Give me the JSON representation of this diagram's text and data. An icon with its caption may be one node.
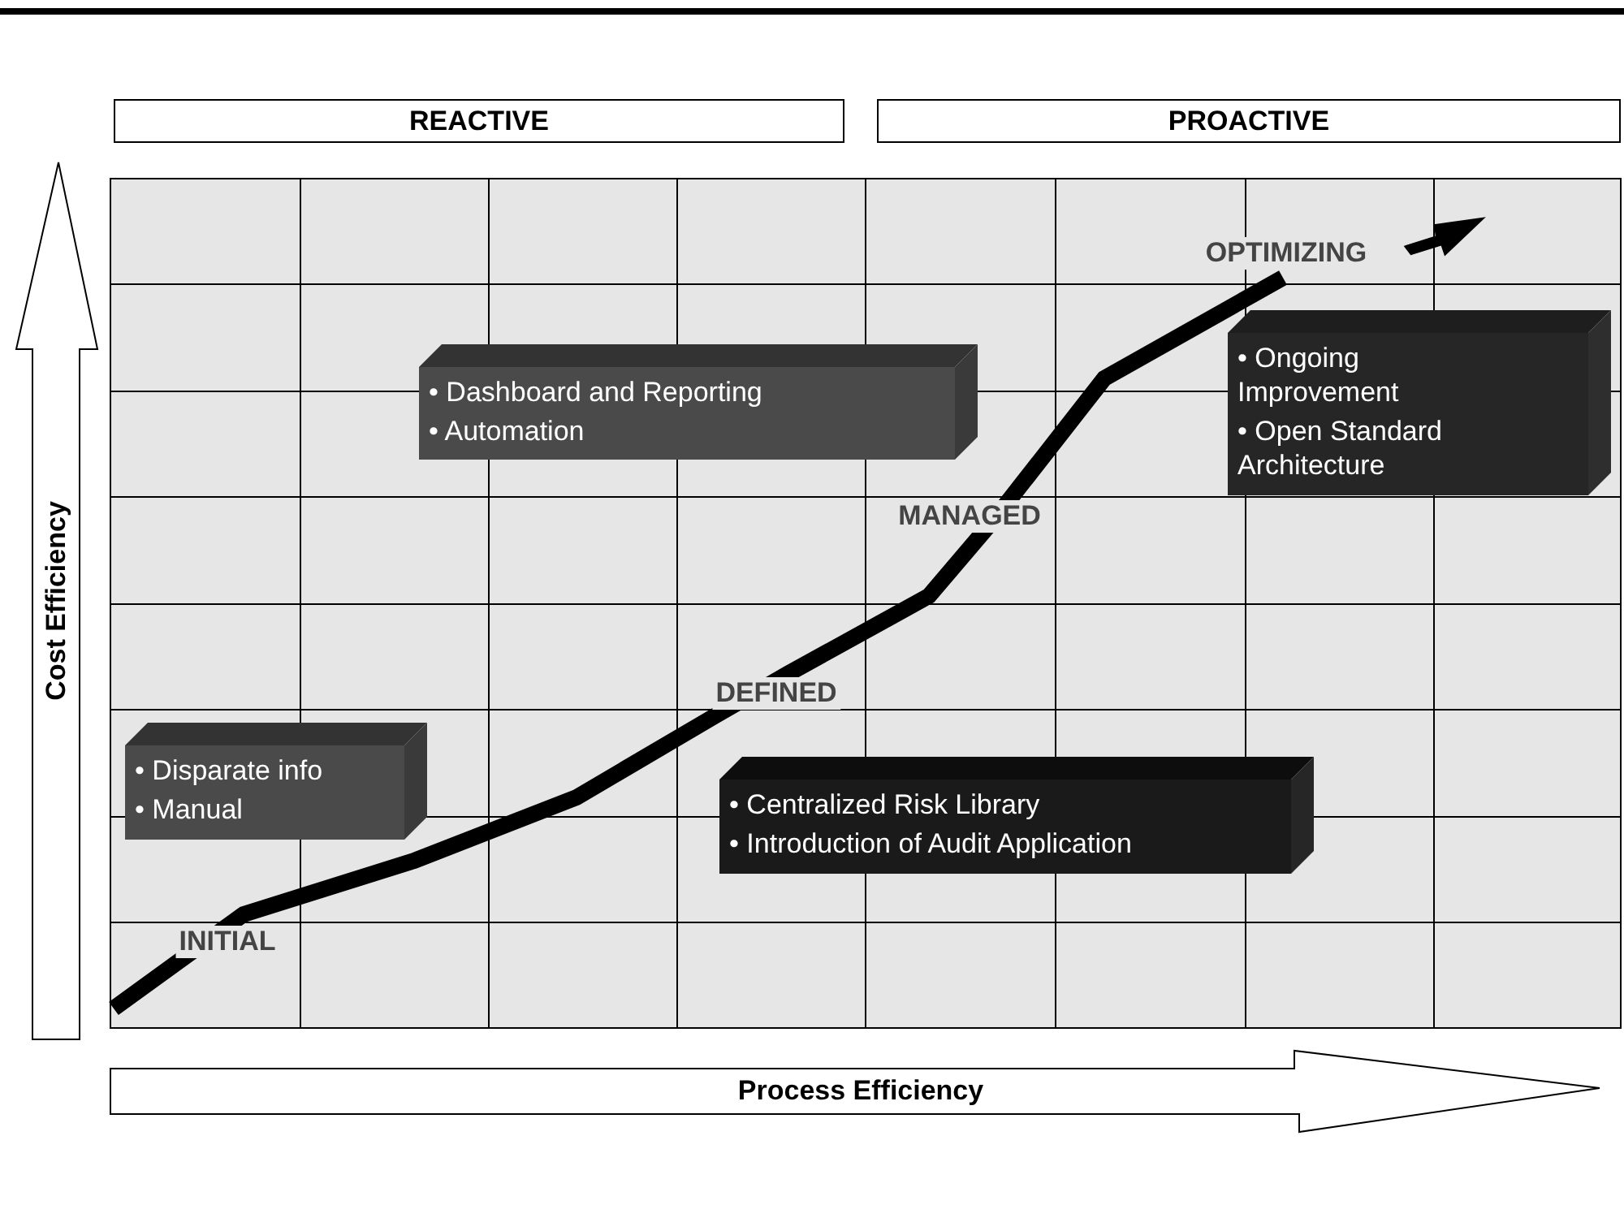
{
  "diagram": {
    "nodes": [
      {
        "text": [
          "REACTIVE"
        ]
      },
      {
        "text": [
          "PROACTIVE"
        ]
      },
      {
        "text": [
          "• Dashboard and Reporting",
          "• Automation"
        ]
      },
      {
        "text": [
          "• Ongoing Improvement",
          "• Open Standard Architecture"
        ]
      },
      {
        "text": [
          "• Disparate info",
          "• Manual"
        ]
      },
      {
        "text": [
          "• Centralized Risk Library",
          "• Introduction of Audit Application"
        ]
      }
    ],
    "labels": [
      "OPTIMIZING",
      "MANAGED",
      "DEFINED",
      "INITIAL",
      "Cost Efficiency",
      "Process Efficiency"
    ]
  }
}
